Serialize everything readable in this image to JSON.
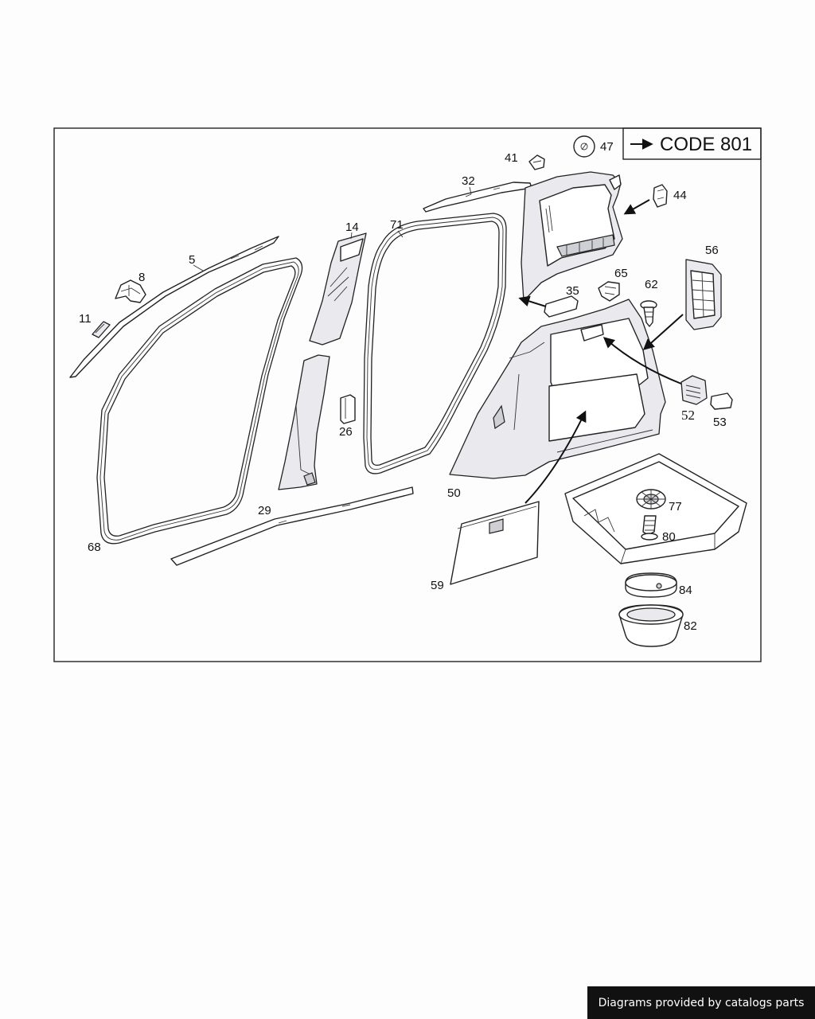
{
  "code_box": {
    "text": "CODE 801"
  },
  "labels": {
    "p5": "5",
    "p8": "8",
    "p11": "11",
    "p14": "14",
    "p26": "26",
    "p29": "29",
    "p32": "32",
    "p35": "35",
    "p41": "41",
    "p44": "44",
    "p47": "47",
    "p50": "50",
    "p52": "52",
    "p53": "53",
    "p56": "56",
    "p59": "59",
    "p62": "62",
    "p65": "65",
    "p68": "68",
    "p71": "71",
    "p77": "77",
    "p80": "80",
    "p82": "82",
    "p84": "84"
  },
  "footer": {
    "text": "Diagrams provided by catalogs parts"
  },
  "colors": {
    "footer_bg": "#111111",
    "line": "#222222",
    "panel_shade": "#e9e9ee"
  }
}
